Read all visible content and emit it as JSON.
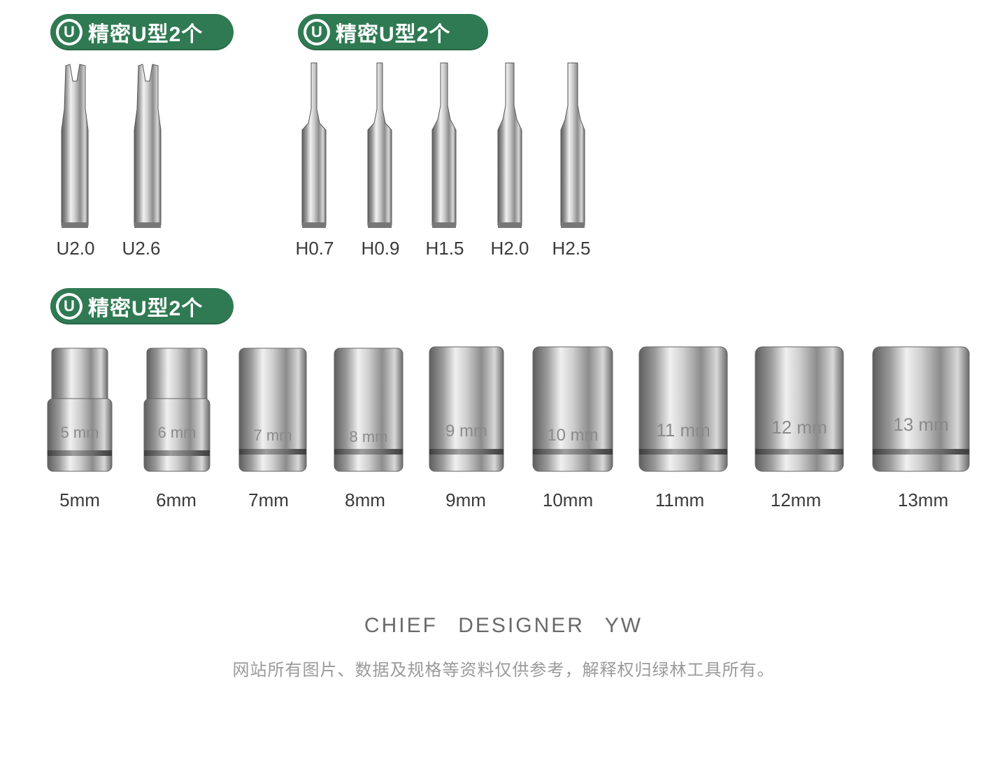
{
  "badges": [
    {
      "icon": "U",
      "text": "精密U型2个"
    },
    {
      "icon": "U",
      "text": "精密U型2个"
    },
    {
      "icon": "U",
      "text": "精密U型2个"
    }
  ],
  "u_bits": [
    {
      "label": "U2.0"
    },
    {
      "label": "U2.6"
    }
  ],
  "hex_bits": [
    {
      "label": "H0.7"
    },
    {
      "label": "H0.9"
    },
    {
      "label": "H1.5"
    },
    {
      "label": "H2.0"
    },
    {
      "label": "H2.5"
    }
  ],
  "sockets": [
    {
      "label": "5mm",
      "engraving": "5 mm"
    },
    {
      "label": "6mm",
      "engraving": "6 mm"
    },
    {
      "label": "7mm",
      "engraving": "7 mm"
    },
    {
      "label": "8mm",
      "engraving": "8 mm"
    },
    {
      "label": "9mm",
      "engraving": "9 mm"
    },
    {
      "label": "10mm",
      "engraving": "10 mm"
    },
    {
      "label": "11mm",
      "engraving": "11 mm"
    },
    {
      "label": "12mm",
      "engraving": "12 mm"
    },
    {
      "label": "13mm",
      "engraving": "13 mm"
    }
  ],
  "footer": {
    "title": "CHIEF DESIGNER YW",
    "note": "网站所有图片、数据及规格等资料仅供参考，解释权归绿林工具所有。"
  },
  "colors": {
    "badge_green": "#2f7a52",
    "steel_light": "#e6e6e6",
    "steel_dark": "#6f6f6f"
  }
}
